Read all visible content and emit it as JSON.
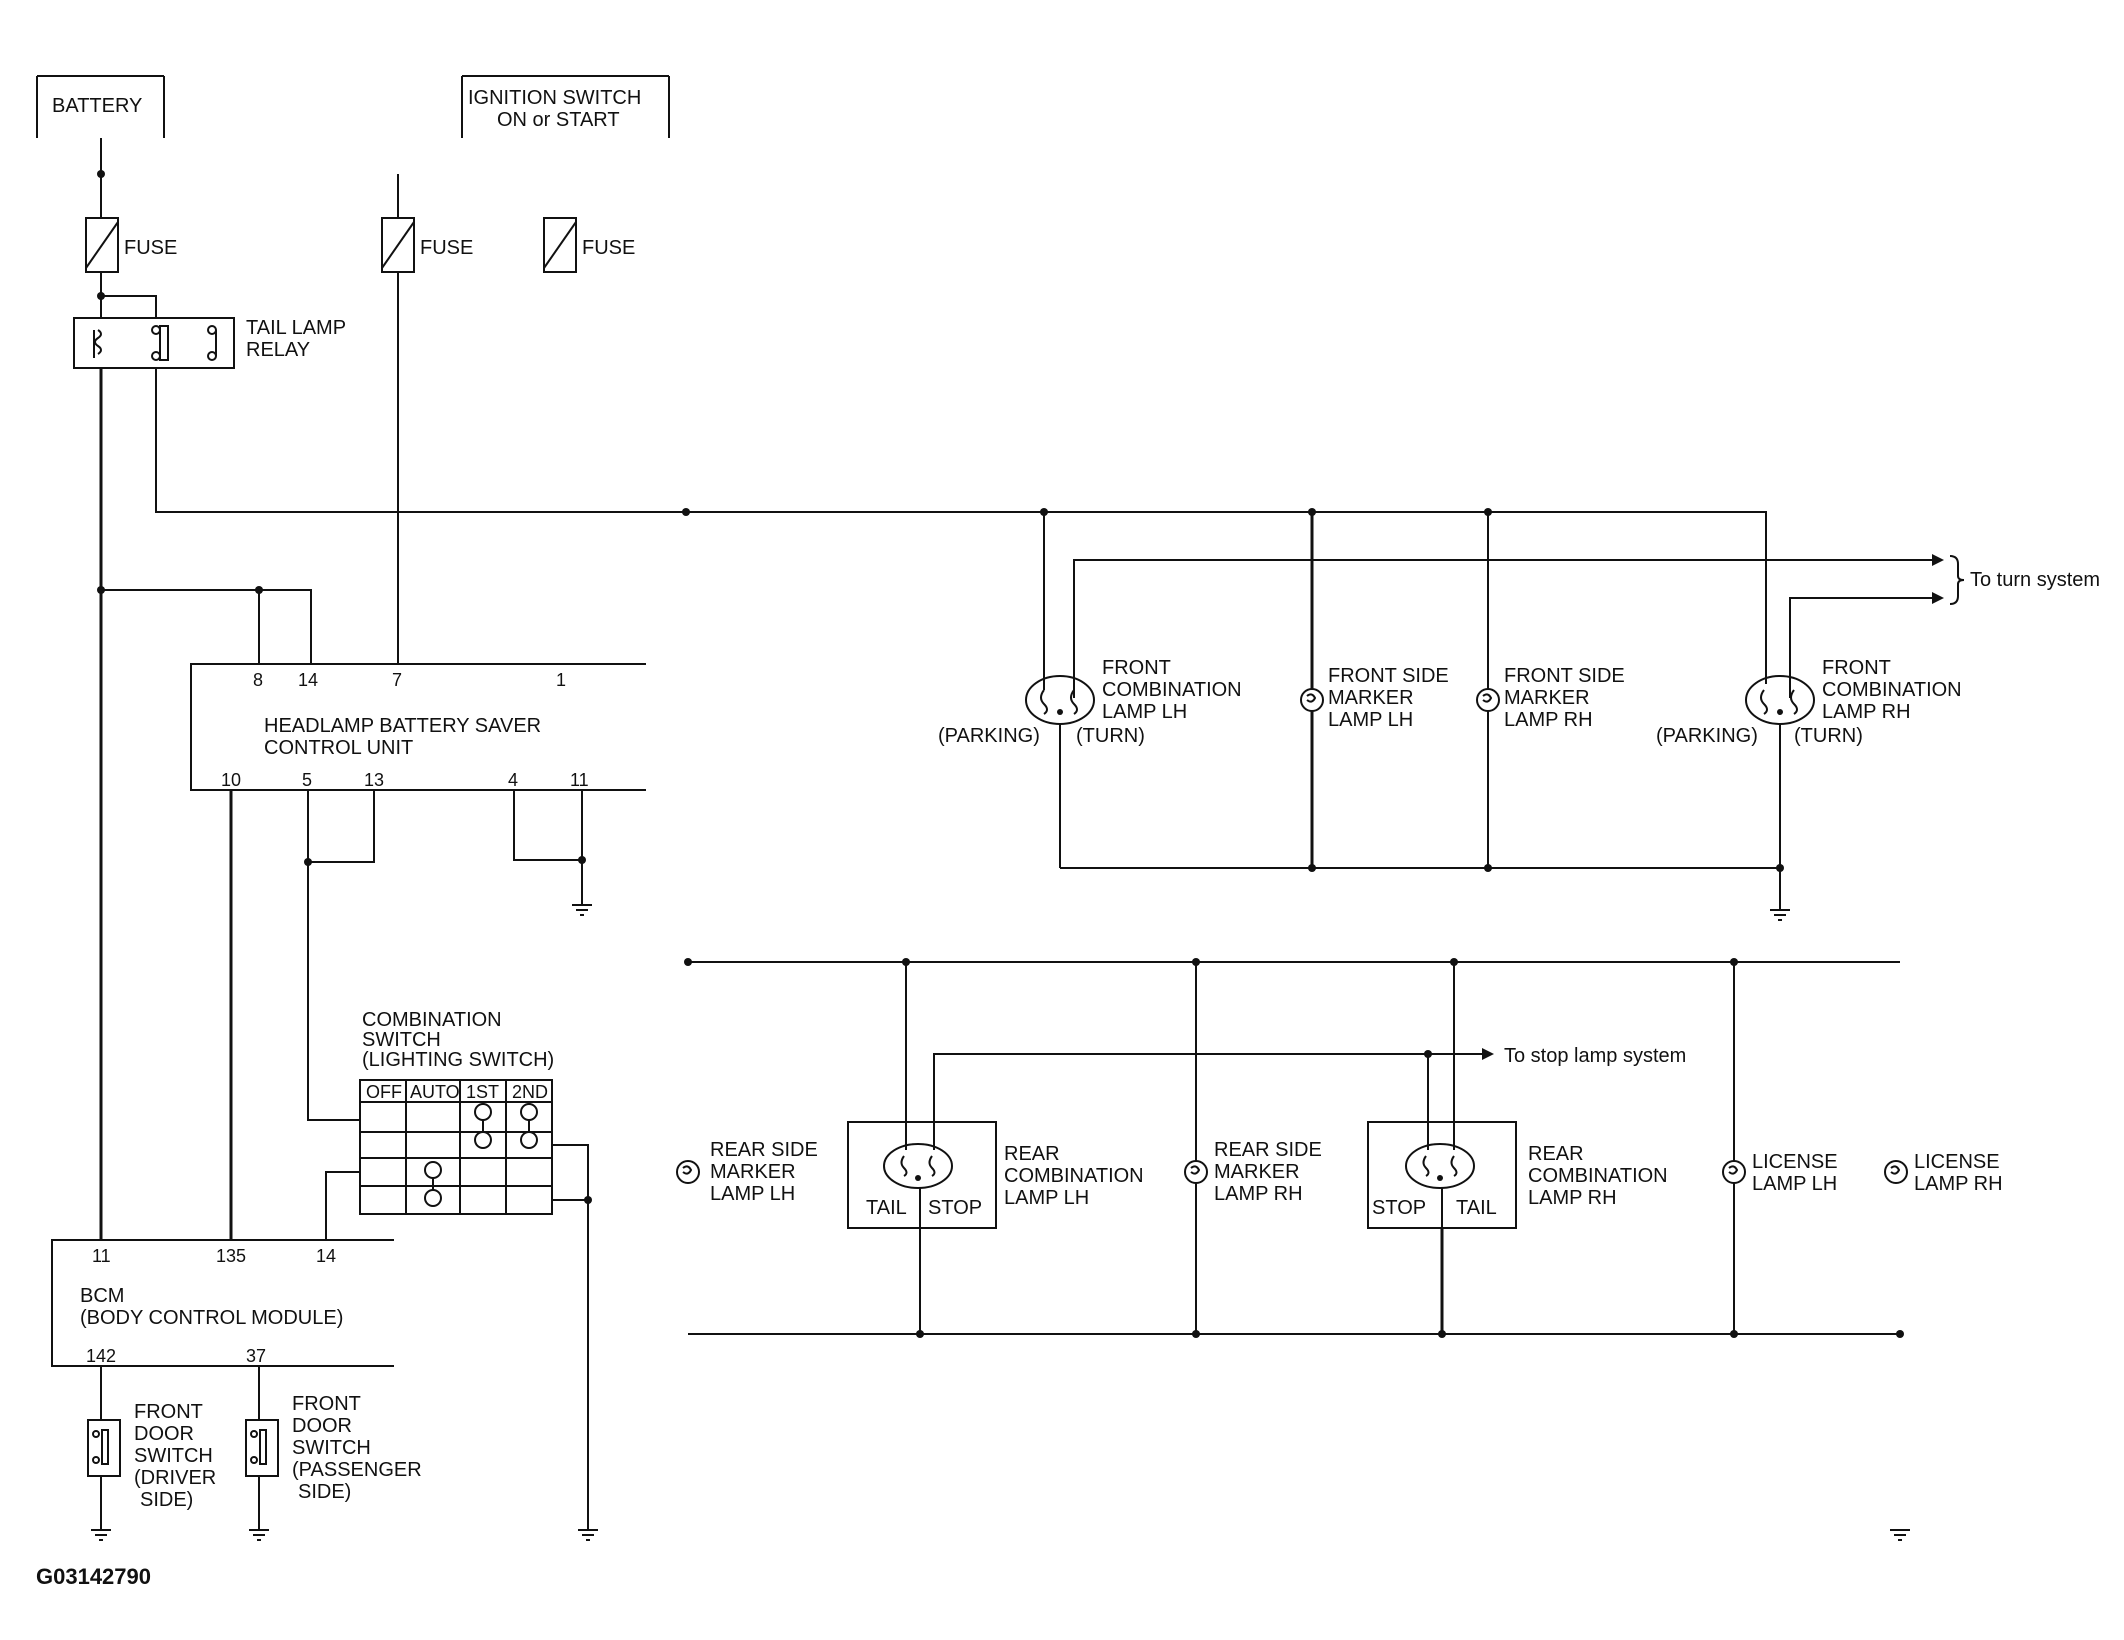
{
  "power": {
    "battery": "BATTERY",
    "ignition_line1": "IGNITION SWITCH",
    "ignition_line2": "ON or START"
  },
  "fuses": {
    "fuse1": "FUSE",
    "fuse2": "FUSE",
    "fuse3": "FUSE"
  },
  "relay": {
    "line1": "TAIL LAMP",
    "line2": "RELAY"
  },
  "headlamp_unit": {
    "line1": "HEADLAMP BATTERY SAVER",
    "line2": "CONTROL UNIT",
    "pins_top": [
      "8",
      "14",
      "7",
      "1"
    ],
    "pins_bottom": [
      "10",
      "5",
      "13",
      "4",
      "11"
    ]
  },
  "combination_switch": {
    "line1": "COMBINATION",
    "line2": "SWITCH",
    "line3": "(LIGHTING SWITCH)",
    "cols": [
      "OFF",
      "AUTO",
      "1ST",
      "2ND"
    ]
  },
  "bcm": {
    "line1": "BCM",
    "line2": "(BODY CONTROL MODULE)",
    "pins_top": [
      "11",
      "135",
      "14"
    ],
    "pins_bottom": [
      "142",
      "37"
    ]
  },
  "door_switch_driver": [
    "FRONT",
    "DOOR",
    "SWITCH",
    "(DRIVER",
    "SIDE)"
  ],
  "door_switch_passenger": [
    "FRONT",
    "DOOR",
    "SWITCH",
    "(PASSENGER",
    "SIDE)"
  ],
  "front_lamps": {
    "comb_lh": [
      "FRONT",
      "COMBINATION",
      "LAMP LH"
    ],
    "side_marker_lh": [
      "FRONT SIDE",
      "MARKER",
      "LAMP LH"
    ],
    "side_marker_rh": [
      "FRONT SIDE",
      "MARKER",
      "LAMP RH"
    ],
    "comb_rh": [
      "FRONT",
      "COMBINATION",
      "LAMP RH"
    ],
    "parking": "(PARKING)",
    "turn": "(TURN)",
    "to_turn": "To turn system"
  },
  "rear_lamps": {
    "side_marker_lh": [
      "REAR SIDE",
      "MARKER",
      "LAMP LH"
    ],
    "comb_lh": [
      "REAR",
      "COMBINATION",
      "LAMP LH"
    ],
    "side_marker_rh": [
      "REAR SIDE",
      "MARKER",
      "LAMP RH"
    ],
    "comb_rh": [
      "REAR",
      "COMBINATION",
      "LAMP RH"
    ],
    "license_lh": [
      "LICENSE",
      "LAMP LH"
    ],
    "license_rh": [
      "LICENSE",
      "LAMP RH"
    ],
    "tail": "TAIL",
    "stop": "STOP",
    "to_stop": "To stop lamp system"
  },
  "figure_code": "G03142790"
}
